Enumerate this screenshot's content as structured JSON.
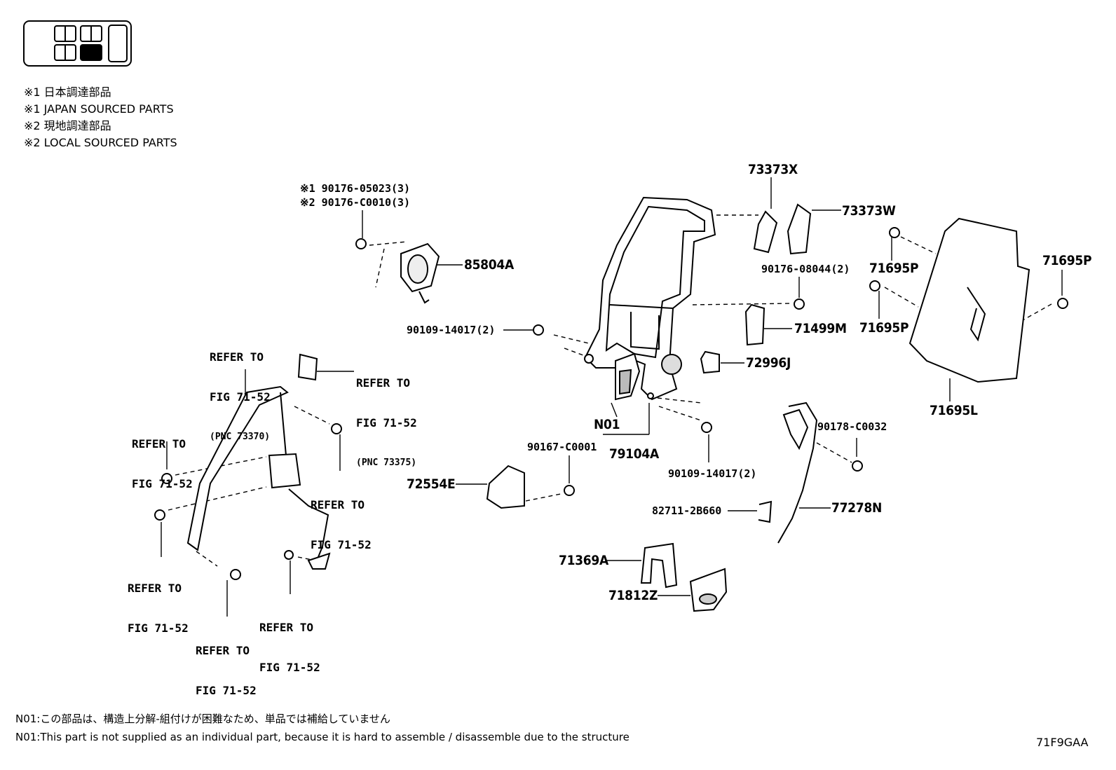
{
  "legend": {
    "line1": "※1 日本調達部品",
    "line2": "※1 JAPAN SOURCED PARTS",
    "line3": "※2 現地調達部品",
    "line4": "※2 LOCAL SOURCED PARTS"
  },
  "parts": {
    "p73373X": "73373X",
    "p73373W": "73373W",
    "p90176_05023": "※1 90176-05023(3)",
    "p90176_C0010": "※2 90176-C0010(3)",
    "p85804A": "85804A",
    "p90176_08044": "90176-08044(2)",
    "p71695P_a": "71695P",
    "p71695P_b": "71695P",
    "p71695P_c": "71695P",
    "p90109_14017_a": "90109-14017(2)",
    "p71499M": "71499M",
    "p72996J": "72996J",
    "p71695L": "71695L",
    "pN01": "N01",
    "p79104A": "79104A",
    "p90178_C0032": "90178-C0032",
    "p90167_C0001": "90167-C0001",
    "p72554E": "72554E",
    "p90109_14017_b": "90109-14017(2)",
    "p82711_2B660": "82711-2B660",
    "p77278N": "77278N",
    "p71369A": "71369A",
    "p71812Z": "71812Z"
  },
  "refs": {
    "r1_l1": "REFER TO",
    "r1_l2": "FIG 71-52",
    "r1_l3": "(PNC 73370)",
    "r2_l1": "REFER TO",
    "r2_l2": "FIG 71-52",
    "r2_l3": "(PNC 73375)",
    "r3_l1": "REFER TO",
    "r3_l2": "FIG 71-52",
    "r4_l1": "REFER TO",
    "r4_l2": "FIG 71-52",
    "r5_l1": "REFER TO",
    "r5_l2": "FIG 71-52",
    "r6_l1": "REFER TO",
    "r6_l2": "FIG 71-52",
    "r7_l1": "REFER TO",
    "r7_l2": "FIG 71-52"
  },
  "notes": {
    "jp": "N01:この部品は、構造上分解-組付けが困難なため、単品では補給していません",
    "en": "N01:This part is not supplied as an individual part, because it is hard to assemble / disassemble due to the structure"
  },
  "figure_code": "71F9GAA"
}
